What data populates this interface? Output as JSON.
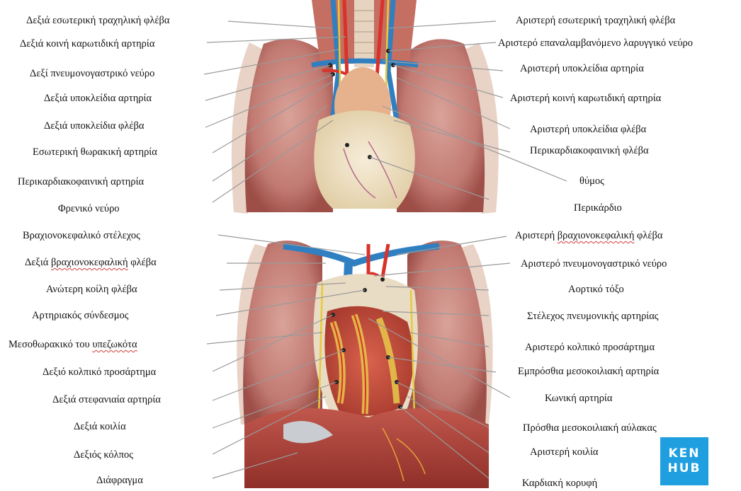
{
  "top_left_labels": [
    {
      "text": "Δεξιά εσωτερική τραχηλική φλέβα"
    },
    {
      "text": "Δεξιά κοινή καρωτιδική αρτηρία"
    },
    {
      "text": "Δεξί  πνευμονογαστρικό νεύρο"
    },
    {
      "text": "Δεξιά υποκλείδια αρτηρία"
    },
    {
      "text": "Δεξιά υποκλείδια φλέβα"
    },
    {
      "text": "Εσωτερική θωρακική αρτηρία"
    },
    {
      "text": "Περικαρδιακοφαινική αρτηρία"
    },
    {
      "text": "Φρενικό νεύρο"
    }
  ],
  "top_right_labels": [
    {
      "text": "Αριστερή εσωτερική τραχηλική φλέβα"
    },
    {
      "text": "Αριστερό επαναλαμβανόμενο λαρυγγικό νεύρο"
    },
    {
      "text": "Αριστερή υποκλείδια αρτηρία"
    },
    {
      "text": "Αριστερή κοινή καρωτιδική αρτηρία"
    },
    {
      "text": "Αριστερή υποκλείδια φλέβα"
    },
    {
      "text": "Περικαρδιακοφαινική φλέβα"
    },
    {
      "text": "θύμος"
    },
    {
      "text": "Περικάρδιο"
    }
  ],
  "bottom_left_labels": [
    {
      "text": "Βραχιονοκεφαλικό στέλεχος"
    },
    {
      "text_pre": "Δεξιά ",
      "text_sq": "βραχιονοκεφαλική",
      "text_post": " φλέβα"
    },
    {
      "text": "Ανώτερη κοίλη φλέβα"
    },
    {
      "text": "Αρτηριακός σύνδεσμος"
    },
    {
      "text_pre": "Μεσοθωρακικό του ",
      "text_sq": "υπεζωκότα",
      "text_post": ""
    },
    {
      "text": "Δεξιό κολπικό προσάρτημα"
    },
    {
      "text": "Δεξιά στεφανιαία αρτηρία"
    },
    {
      "text": "Δεξιά κοιλία"
    },
    {
      "text": "Δεξιός κόλπος"
    },
    {
      "text": "Διάφραγμα"
    }
  ],
  "bottom_right_labels": [
    {
      "text_pre": "Αριστερή ",
      "text_sq": "βραχιονοκεφαλική",
      "text_post": " φλέβα"
    },
    {
      "text": "Αριστερό πνευμονογαστρικό νεύρο"
    },
    {
      "text": "Αορτικό τόξο"
    },
    {
      "text": "Στέλεχος πνευμονικής αρτηρίας"
    },
    {
      "text": "Αριστερό κολπικό προσάρτημα"
    },
    {
      "text": "Εμπρόσθια μεσοκοιλιακή αρτηρία"
    },
    {
      "text": "Κωνική αρτηρία"
    },
    {
      "text": "Πρόσθια μεσοκοιλιακή αύλακας"
    },
    {
      "text": "Αριστερή κοιλία"
    },
    {
      "text": "Καρδιακή κορυφή"
    }
  ],
  "logo": {
    "line1": "KEN",
    "line2": "HUB"
  },
  "colors": {
    "lung": "#c98b84",
    "lung_dark": "#a4524c",
    "heart": "#c44a3a",
    "fat": "#e4c24a",
    "pericardium": "#efe2c8",
    "vein": "#2f7fc1",
    "artery": "#d8322a",
    "nerve": "#e8c93b",
    "diaphragm": "#b8473f",
    "logo": "#1f9fe0"
  }
}
